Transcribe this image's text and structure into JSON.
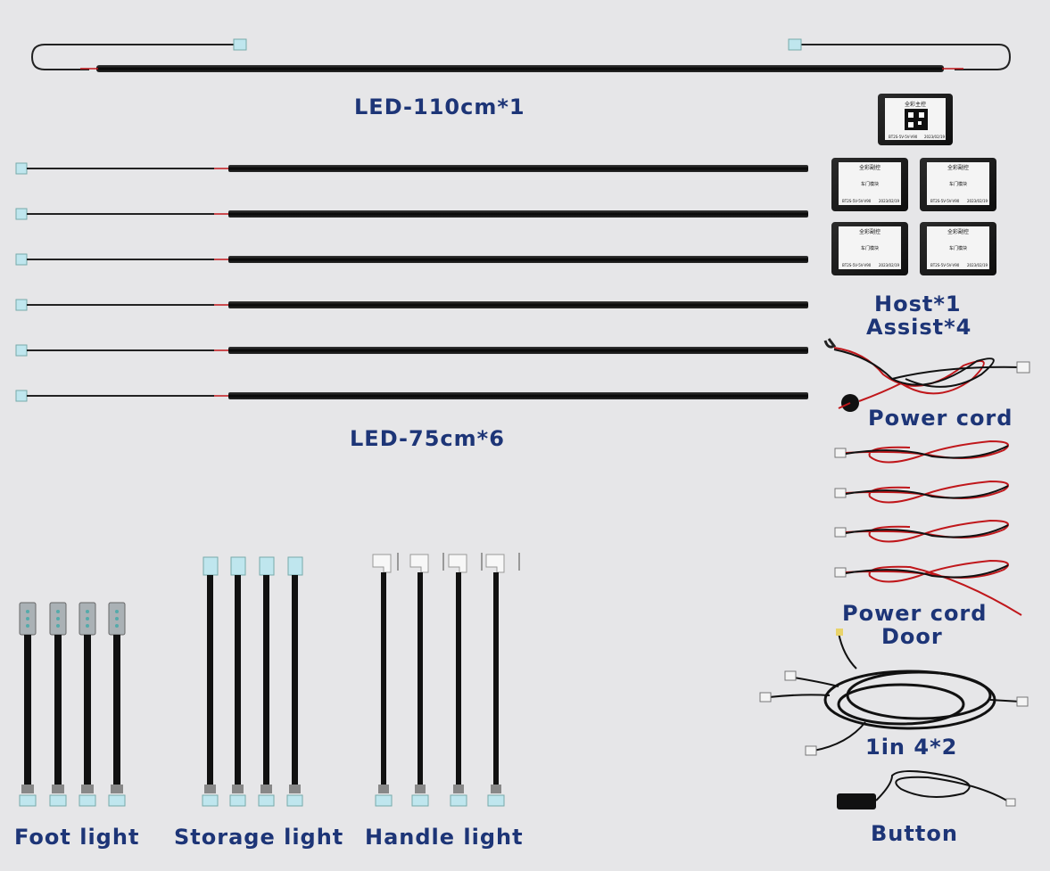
{
  "labels": {
    "led_110": "LED-110cm*1",
    "led_75": "LED-75cm*6",
    "host_line1": "Host*1",
    "host_line2": "Assist*4",
    "power_cord": "Power cord",
    "power_cord_door_line1": "Power cord",
    "power_cord_door_line2": "Door",
    "one_in_four": "1in 4*2",
    "button": "Button",
    "foot_light": "Foot light",
    "storage_light": "Storage light",
    "handle_light": "Handle light"
  },
  "host_module": {
    "title": "全彩主控",
    "model": "BT2S-5V-5V-V90",
    "date": "2023/02/19"
  },
  "assist_module": {
    "title": "全彩副控",
    "subtitle": "车门模块",
    "model": "BT2S-5V-5V-V90",
    "date": "2023/02/19"
  },
  "colors": {
    "label": "#1d3577",
    "background": "#e6e6e8",
    "strip": "#111111",
    "connector": "#bfe6ee",
    "red_wire": "#c0171b"
  }
}
